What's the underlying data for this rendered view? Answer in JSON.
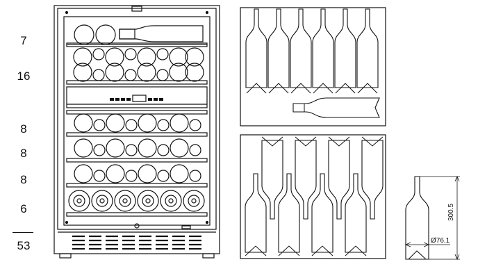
{
  "shelf_counts": [
    "7",
    "16",
    "8",
    "8",
    "8",
    "6"
  ],
  "total": "53",
  "bottle_dimensions": {
    "height": "300.5",
    "diameter": "Ø76.1"
  }
}
